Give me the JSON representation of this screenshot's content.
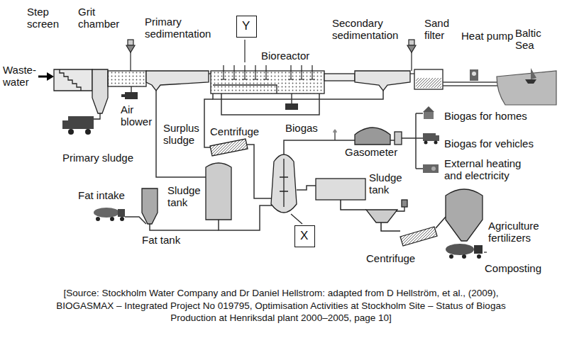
{
  "diagram": {
    "caption": "[Source: Stockholm Water Company and Dr Daniel Hellstrom: adapted from D Hellström, et al., (2009), BIOGASMAX – Integrated Project No 019795, Optimisation Activities at Stockholm Site – Status of Biogas Production at Henriksdal plant 2000–2005, page 10]",
    "nodes": [
      {
        "text": [
          "Y"
        ]
      },
      {
        "text": [
          "X"
        ]
      }
    ],
    "labels": [
      "Waste-water",
      "Step screen",
      "Grit chamber",
      "Primary sedimentation",
      "Bioreactor",
      "Secondary sedimentation",
      "Sand filter",
      "Heat pump",
      "Baltic Sea",
      "Air blower",
      "Surplus sludge",
      "Centrifuge",
      "Biogas",
      "Biogas for homes",
      "Primary sludge",
      "Gasometer",
      "Biogas for vehicles",
      "External heating and electricity",
      "Sludge tank",
      "Sludge tank",
      "Fat intake",
      "Fat tank",
      "Agriculture fertilizers",
      "Centrifuge",
      "Composting"
    ]
  }
}
